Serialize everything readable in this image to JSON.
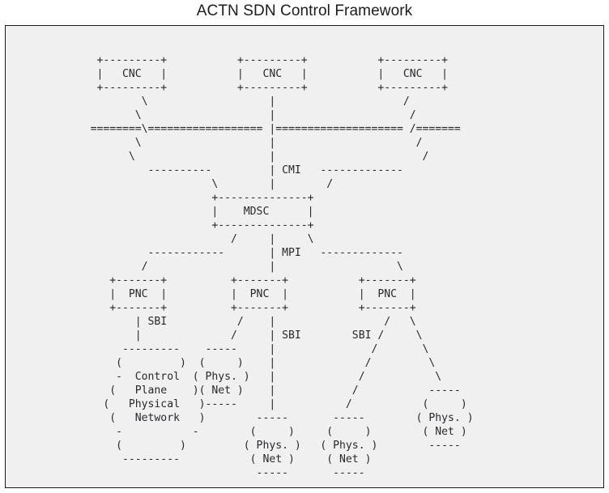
{
  "figure": {
    "title": "ACTN SDN Control Framework",
    "domain": "Diagram",
    "type": "ascii-art-block-diagram"
  },
  "colors": {
    "page_background": "#ffffff",
    "frame_background": "#f0f0f0",
    "frame_border": "#1a1a1a",
    "title_text": "#1c1c1c",
    "art_text": "#26282c"
  },
  "nodes": {
    "cnc": {
      "label": "CNC",
      "count": 3,
      "full_name_not_shown": false,
      "box": "+---------+"
    },
    "mdsc": {
      "label": "MDSC",
      "count": 1,
      "box": "+--------------+"
    },
    "pnc": {
      "label": "PNC",
      "count": 3,
      "box": "+-------+"
    }
  },
  "interfaces": {
    "cmi": "CMI",
    "mpi": "MPI",
    "sbi": "SBI"
  },
  "networks": [
    {
      "name": "control-plane-physical-network",
      "lines": [
        "(            )",
        "-  Control  -",
        "(   Plane    )",
        "(  Physical   )",
        "(  Network   )",
        "-           -",
        "(            )"
      ]
    },
    {
      "name": "physical-network-1",
      "lines": [
        "(     )",
        "( Phys. )",
        "( Net )"
      ]
    },
    {
      "name": "physical-network-2",
      "lines": [
        "(     )",
        "( Phys. )",
        "( Net )"
      ]
    },
    {
      "name": "physical-network-3",
      "lines": [
        "(     )",
        "( Phys. )",
        "( Net )"
      ]
    },
    {
      "name": "physical-network-4",
      "lines": [
        "(     )",
        "( Phys. )",
        "( Net )"
      ]
    }
  ],
  "art": "        +---------+              +---------+              +---------+\n        |   CNC   |              |   CNC   |              |   CNC   |\n        +---------+              +---------+              +---------+\n              \\                       |                      /\n               \\                      |                     /\n========\\==================|====================/=======\n                 \\                    |                   /\n          ----------       | CMI   -------------\n                  \\        |       /\n                +--------------+\n                |    MDSC      |\n                +--------------+\n                 /      |      \\\n         ------------   | MPI  -------------\n        /                |                  \\\n  +-------+         +-------+          +-------+\n  |  PNC  |         |  PNC  |          |  PNC  |\n  +-------+         +-------+          +-------+\n       | SBI         /     |          SBI /  \\\n       |            /      | SBI          /    \\\n   ---------      -----    |             /      \\\n  (         )    (     )   |            /        -----\n  -  Control -   ( Phys. ) |           /        (     )\n (   Plane   )   ( Net )   |          /         ( Phys. )\n(   Physical  )   -----    |         /          ( Net )\n (   Network  )            |        -----        -----\n  -          -           -----     (     )\n  (         )           (     )   ( Phys. )\n   ---------            ( Phys. )  ( Net )\n                        ( Net )     -----\n                         -----"
}
